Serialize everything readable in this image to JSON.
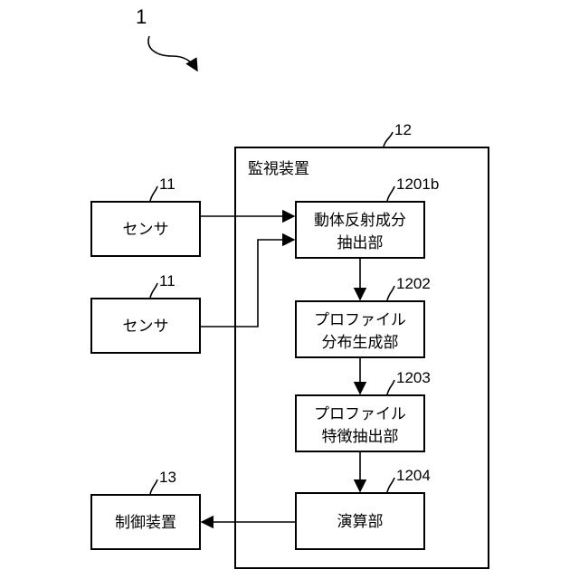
{
  "figure_number": "1",
  "monitoring_device": {
    "ref": "12",
    "label": "監視装置"
  },
  "sensors": [
    {
      "ref": "11",
      "label": "センサ"
    },
    {
      "ref": "11",
      "label": "センサ"
    }
  ],
  "control_device": {
    "ref": "13",
    "label": "制御装置"
  },
  "blocks": [
    {
      "ref": "1201b",
      "line1": "動体反射成分",
      "line2": "抽出部"
    },
    {
      "ref": "1202",
      "line1": "プロファイル",
      "line2": "分布生成部"
    },
    {
      "ref": "1203",
      "line1": "プロファイル",
      "line2": "特徴抽出部"
    },
    {
      "ref": "1204",
      "line1": "演算部"
    }
  ]
}
